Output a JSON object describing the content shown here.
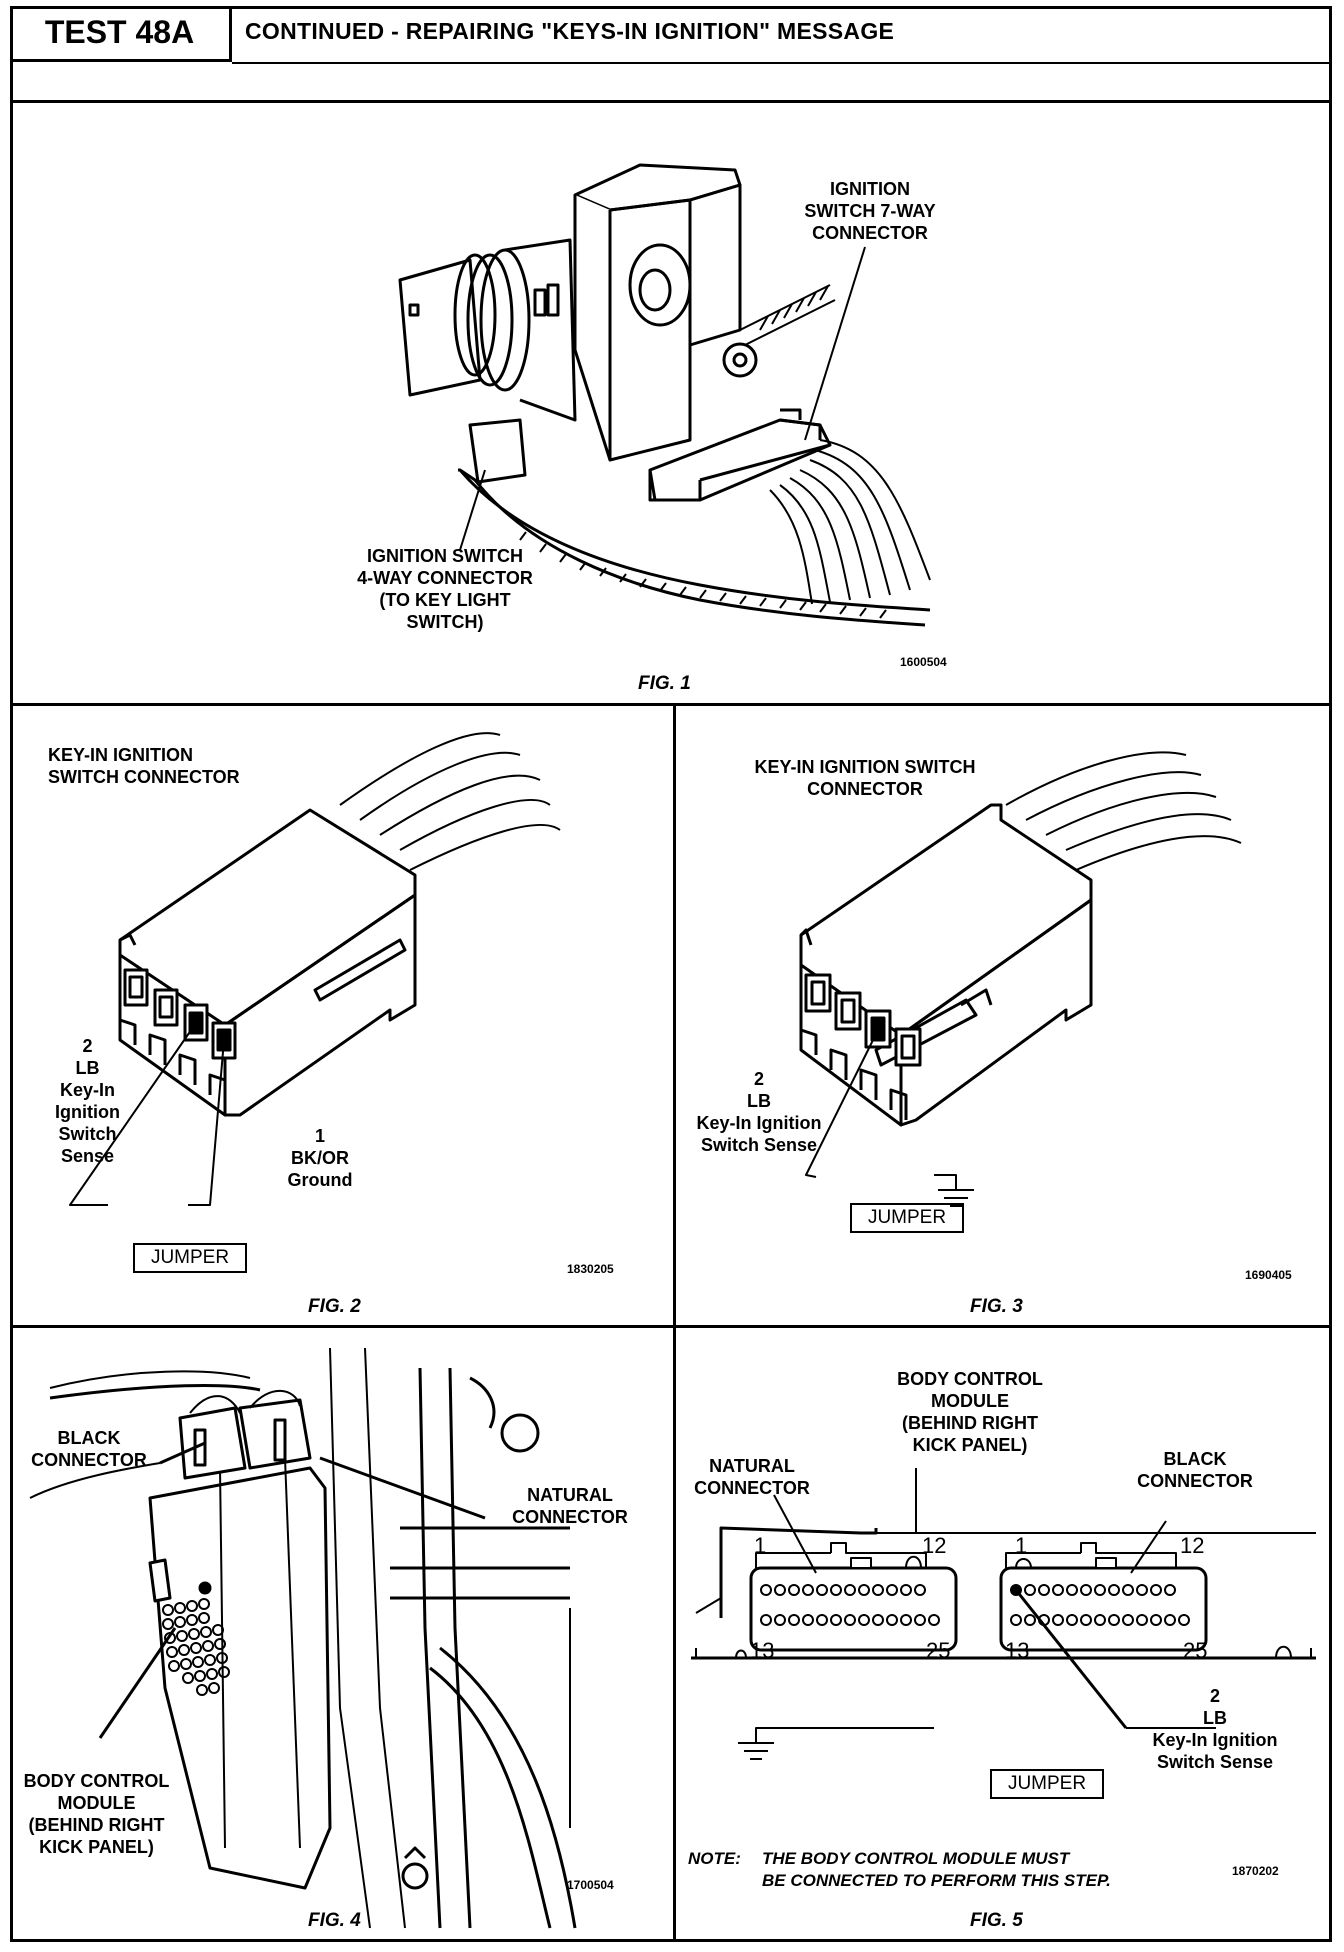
{
  "header": {
    "test_id": "TEST 48A",
    "title": "CONTINUED - REPAIRING \"KEYS-IN IGNITION\" MESSAGE"
  },
  "fig1": {
    "caption": "FIG. 1",
    "code": "1600504",
    "label_7way": "IGNITION\nSWITCH 7-WAY\nCONNECTOR",
    "label_4way": "IGNITION SWITCH\n4-WAY CONNECTOR\n(TO KEY LIGHT\nSWITCH)"
  },
  "fig2": {
    "caption": "FIG. 2",
    "code": "1830205",
    "title": "KEY-IN IGNITION\nSWITCH CONNECTOR",
    "pin2": "2\nLB\nKey-In\nIgnition\nSwitch\nSense",
    "pin1": "1\nBK/OR\nGround",
    "jumper": "JUMPER"
  },
  "fig3": {
    "caption": "FIG. 3",
    "code": "1690405",
    "title": "KEY-IN IGNITION SWITCH\nCONNECTOR",
    "pin2": "2\nLB\nKey-In Ignition\nSwitch Sense",
    "jumper": "JUMPER"
  },
  "fig4": {
    "caption": "FIG. 4",
    "code": "1700504",
    "black": "BLACK\nCONNECTOR",
    "natural": "NATURAL\nCONNECTOR",
    "bcm": "BODY CONTROL\nMODULE\n(BEHIND RIGHT\nKICK PANEL)"
  },
  "fig5": {
    "caption": "FIG. 5",
    "code": "1870202",
    "bcm": "BODY CONTROL\nMODULE\n(BEHIND RIGHT\nKICK PANEL)",
    "natural": "NATURAL\nCONNECTOR",
    "black": "BLACK\nCONNECTOR",
    "pin2": "2\nLB\nKey-In Ignition\nSwitch Sense",
    "jumper": "JUMPER",
    "pin_nums": {
      "p1": "1",
      "p12": "12",
      "p13": "13",
      "p25": "25"
    },
    "note_label": "NOTE:",
    "note_text": "THE BODY CONTROL MODULE MUST\nBE CONNECTED TO PERFORM THIS STEP."
  }
}
